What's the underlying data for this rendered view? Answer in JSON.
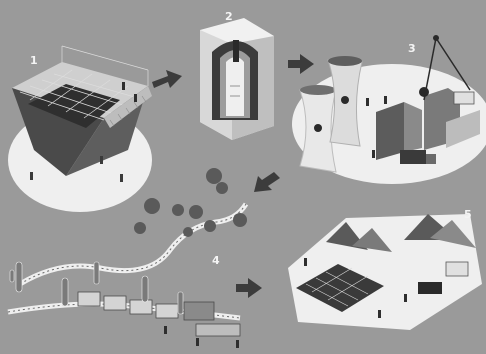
{
  "diagram": {
    "steps": [
      {
        "number": "1",
        "subject": "open-pit-excavation"
      },
      {
        "number": "2",
        "subject": "deep-borehole-canister"
      },
      {
        "number": "3",
        "subject": "nuclear-power-plant"
      },
      {
        "number": "4",
        "subject": "railway-transport"
      },
      {
        "number": "5",
        "subject": "mountain-repository"
      }
    ],
    "colors": {
      "background": "#9a9a9a",
      "platform": "#f2f2f2",
      "dark": "#3a3a3a",
      "mid": "#6e6e6e",
      "arrow": "#3c3c3c"
    }
  }
}
